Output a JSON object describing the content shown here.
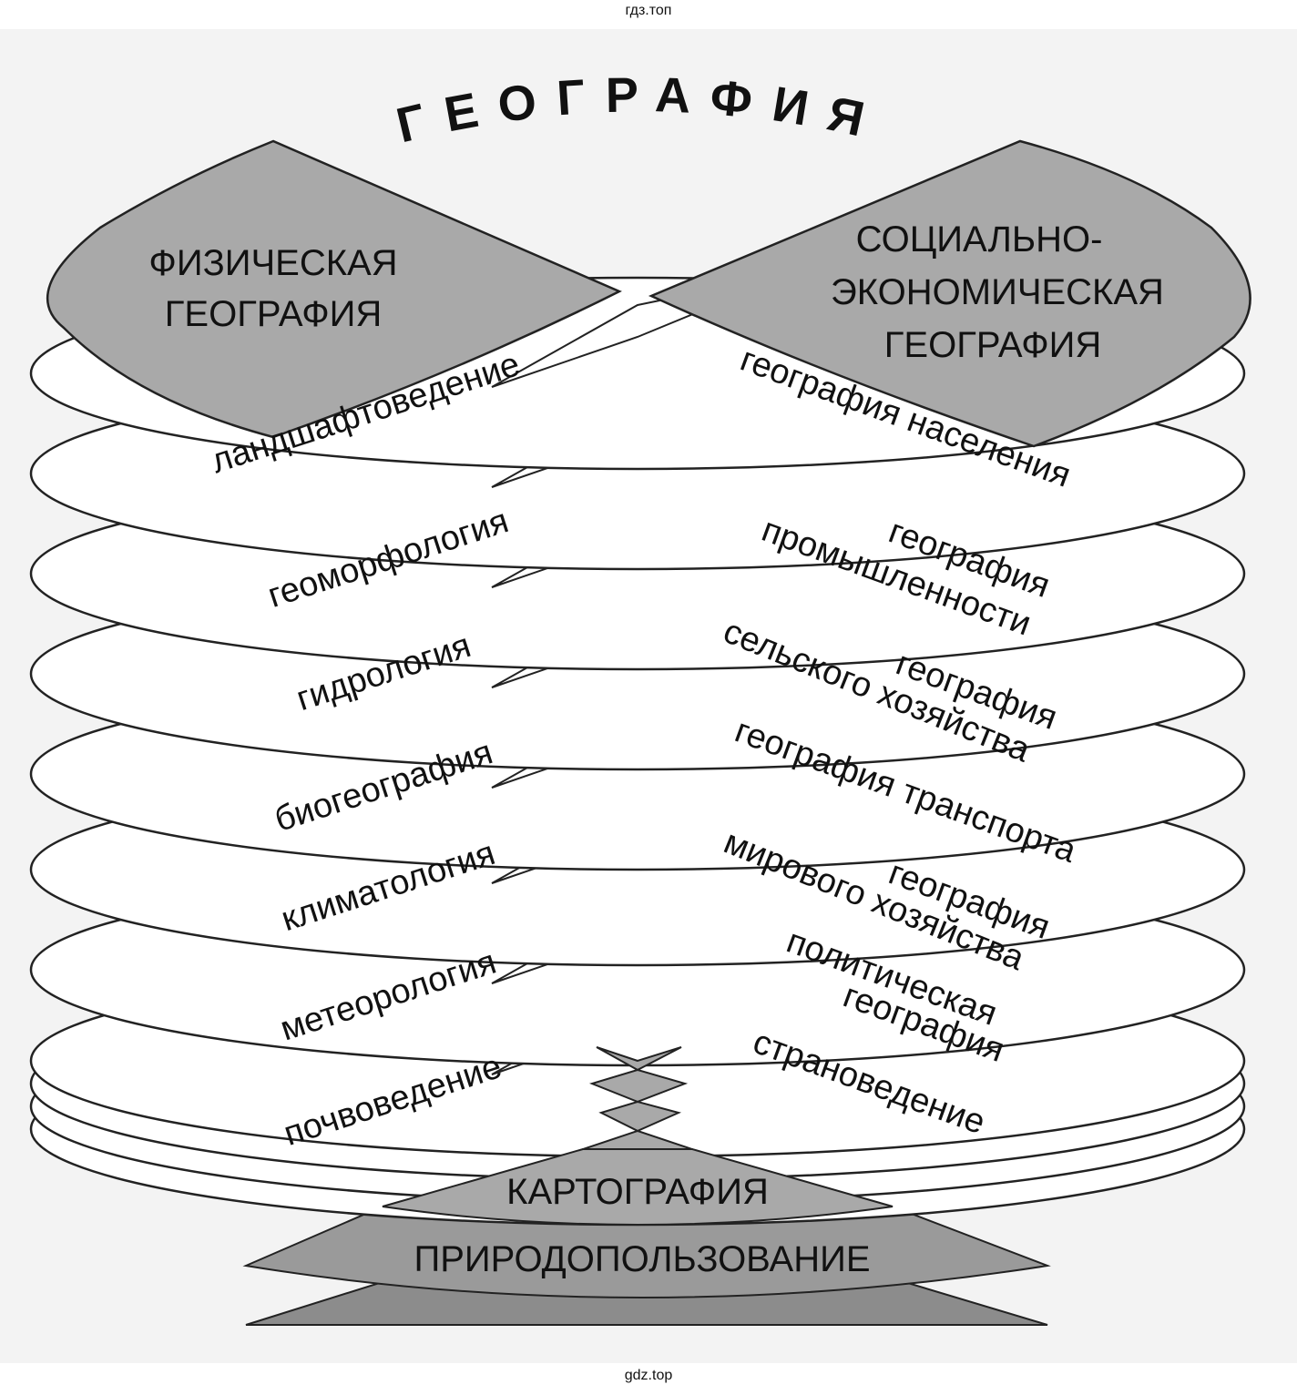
{
  "watermark_top": "гдз.топ",
  "watermark_bottom": "gdz.top",
  "title": "ГЕОГРАФИЯ",
  "physical": {
    "heading": [
      "ФИЗИЧЕСКАЯ",
      "ГЕОГРАФИЯ"
    ],
    "branches": [
      "ландшафтоведение",
      "геоморфология",
      "гидрология",
      "биогеография",
      "климатология",
      "метеорология",
      "почвоведение"
    ]
  },
  "social": {
    "heading": [
      "СОЦИАЛЬНО-",
      "ЭКОНОМИЧЕСКАЯ",
      "ГЕОГРАФИЯ"
    ],
    "branches": [
      [
        "география населения"
      ],
      [
        "география",
        "промышленности"
      ],
      [
        "география",
        "сельского хозяйства"
      ],
      [
        "география транспорта"
      ],
      [
        "география",
        "мирового хозяйства"
      ],
      [
        "политическая",
        "география"
      ],
      [
        "страноведение"
      ]
    ]
  },
  "base": [
    "КАРТОГРАФИЯ",
    "ПРИРОДОПОЛЬЗОВАНИЕ"
  ],
  "colors": {
    "paper": "#f3f3f3",
    "gray_fill": "#a9a9a9",
    "dark_fill": "#8c8c8c",
    "stroke": "#222222"
  }
}
